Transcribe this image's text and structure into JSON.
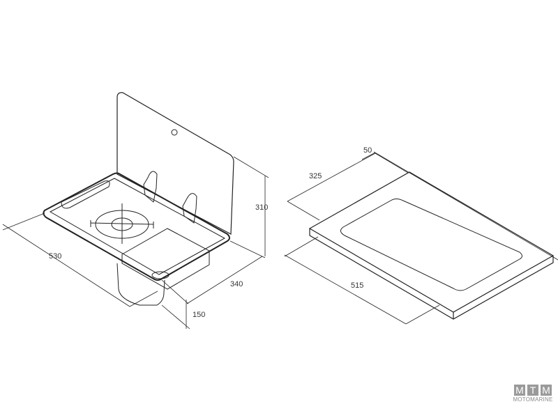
{
  "sink": {
    "dimensions": {
      "width": "530",
      "depth": "340",
      "lid_height": "310",
      "bowl_depth": "150"
    }
  },
  "cutout": {
    "dimensions": {
      "depth": "325",
      "rim": "50",
      "width": "515"
    }
  },
  "watermark": {
    "letters": [
      "M",
      "T",
      "M"
    ],
    "text": "MOTOMARINE"
  }
}
